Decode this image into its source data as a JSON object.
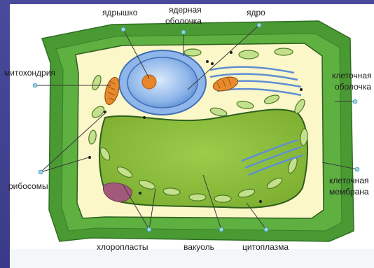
{
  "labels": {
    "nucleolus": "ядрышко",
    "nuclear_envelope_1": "ядерная",
    "nuclear_envelope_2": "оболочка",
    "nucleus": "ядро",
    "mitochondrion": "митохондрия",
    "cell_wall_1": "клеточная",
    "cell_wall_2": "оболочка",
    "ribosomes": "рибосомы",
    "cell_membrane_1": "клеточная",
    "cell_membrane_2": "мембрана",
    "chloroplasts": "хлоропласты",
    "vacuole": "вакуоль",
    "cytoplasm": "цитоплазма"
  },
  "colors": {
    "cell_wall": "#3f8c2f",
    "cytoplasm": "#fbf7c8",
    "vacuole": "#8fbf3a",
    "chloroplast": "#bfe08a",
    "nucleus": "#6f9edc",
    "mitochondrion": "#e88a2c",
    "leader_dot": "#8fd6e6"
  }
}
